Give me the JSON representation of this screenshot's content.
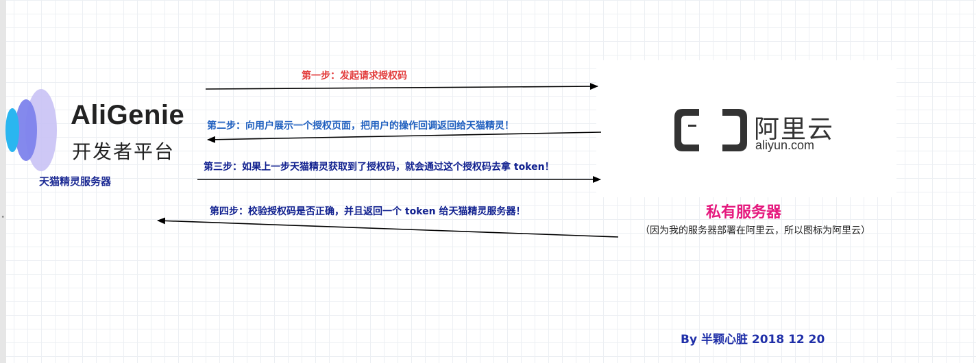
{
  "left_node": {
    "logo_name": "AliGenie",
    "logo_subtitle": "开发者平台",
    "label": "天猫精灵服务器"
  },
  "right_node": {
    "logo_cn": "阿里云",
    "logo_en": "aliyun.com",
    "title": "私有服务器",
    "note": "（因为我的服务器部署在阿里云，所以图标为阿里云）"
  },
  "steps": [
    {
      "text": "第一步：发起请求授权码",
      "color": "#e23b3b",
      "direction": "left-to-right"
    },
    {
      "text": "第二步：向用户展示一个授权页面，把用户的操作回调返回给天猫精灵！",
      "color": "#1f5fbf",
      "direction": "right-to-left"
    },
    {
      "text": "第三步：如果上一步天猫精灵获取到了授权码，就会通过这个授权码去拿 token！",
      "color": "#10208f",
      "direction": "left-to-right"
    },
    {
      "text": "第四步：校验授权码是否正确，并且返回一个 token 给天猫精灵服务器！",
      "color": "#10208f",
      "direction": "right-to-left"
    }
  ],
  "byline": "By 半颗心脏 2018 12 20",
  "edge_mark": "\""
}
